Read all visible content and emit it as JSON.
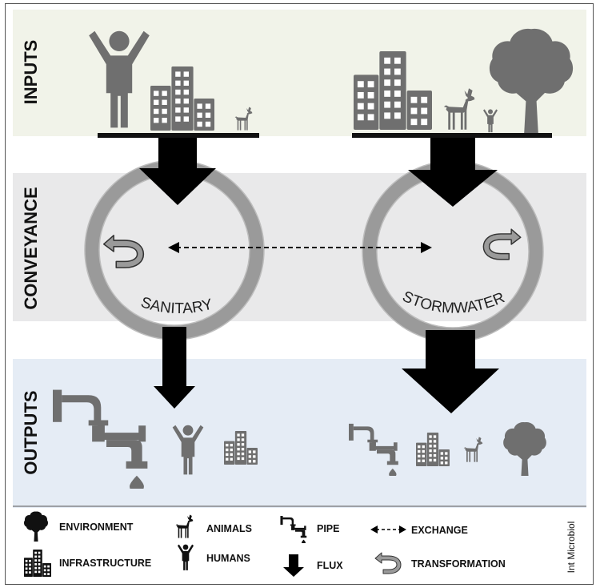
{
  "bands": {
    "inputs": "INPUTS",
    "conveyance": "CONVEYANCE",
    "outputs": "OUTPUTS"
  },
  "systems": {
    "sanitary": "SANITARY",
    "stormwater": "STORMWATER"
  },
  "legend": {
    "environment": "ENVIRONMENT",
    "animals": "ANIMALS",
    "pipe": "PIPE",
    "exchange": "EXCHANGE",
    "infrastructure": "INFRASTRUCTURE",
    "humans": "HUMANS",
    "flux": "FLUX",
    "transformation": "TRANSFORMATION"
  },
  "credit": "Int Microbiol",
  "colors": {
    "inputs_band": "#f1f3e9",
    "conveyance_band": "#e9e9ea",
    "outputs_band": "#e5ecf5",
    "icon_gray": "#6f6f6f",
    "ring_gray": "#9a9a9a",
    "arrow_black": "#000000"
  }
}
